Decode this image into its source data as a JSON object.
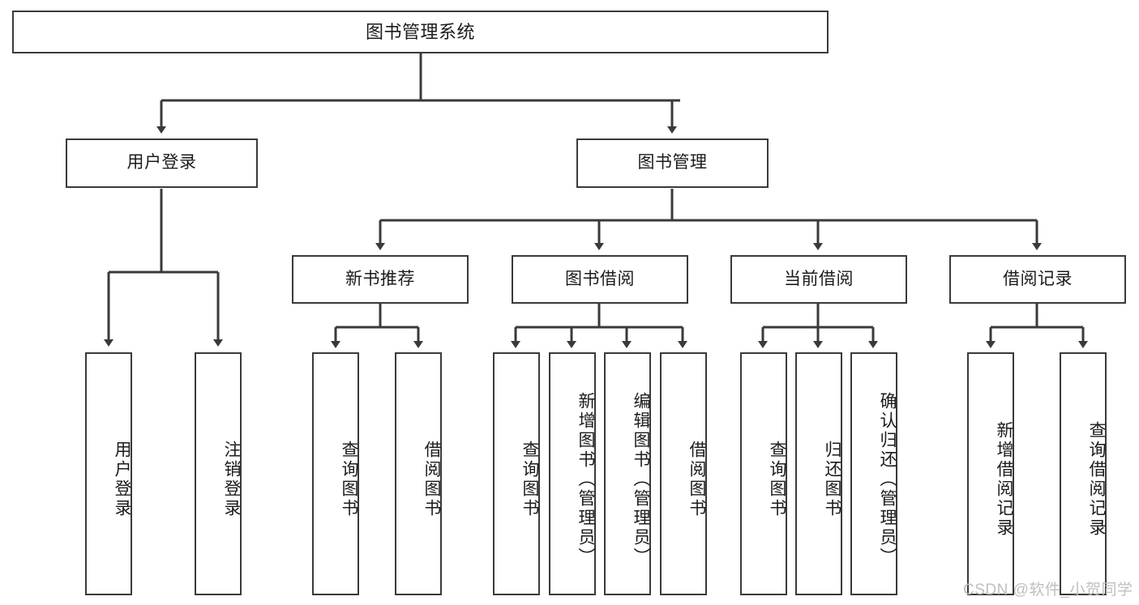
{
  "diagram": {
    "title": "图书管理系统",
    "type": "tree-hierarchy-diagram",
    "watermark": "CSDN @软件_小贺同学",
    "colors": {
      "box_border": "#3a3a3a",
      "box_fill": "#ffffff",
      "connector": "#3a3a3a",
      "text": "#1b1b1b",
      "watermark": "#bfbfbf",
      "background": "#ffffff"
    },
    "root": {
      "label": "图书管理系统"
    },
    "level2": [
      {
        "label": "用户登录"
      },
      {
        "label": "图书管理"
      }
    ],
    "level3": [
      {
        "label": "新书推荐"
      },
      {
        "label": "图书借阅"
      },
      {
        "label": "当前借阅"
      },
      {
        "label": "借阅记录"
      }
    ],
    "leaves": {
      "user_login": [
        {
          "label": "用户登录"
        },
        {
          "label": "注销登录"
        }
      ],
      "new_book_recommend": [
        {
          "label": "查询图书"
        },
        {
          "label": "借阅图书"
        }
      ],
      "book_borrow": [
        {
          "label": "查询图书"
        },
        {
          "label": "新增图书（管理员）"
        },
        {
          "label": "编辑图书（管理员）"
        },
        {
          "label": "借阅图书"
        }
      ],
      "current_borrow": [
        {
          "label": "查询图书"
        },
        {
          "label": "归还图书"
        },
        {
          "label": "确认归还（管理员）"
        }
      ],
      "borrow_records": [
        {
          "label": "新增借阅记录"
        },
        {
          "label": "查询借阅记录"
        }
      ]
    }
  }
}
